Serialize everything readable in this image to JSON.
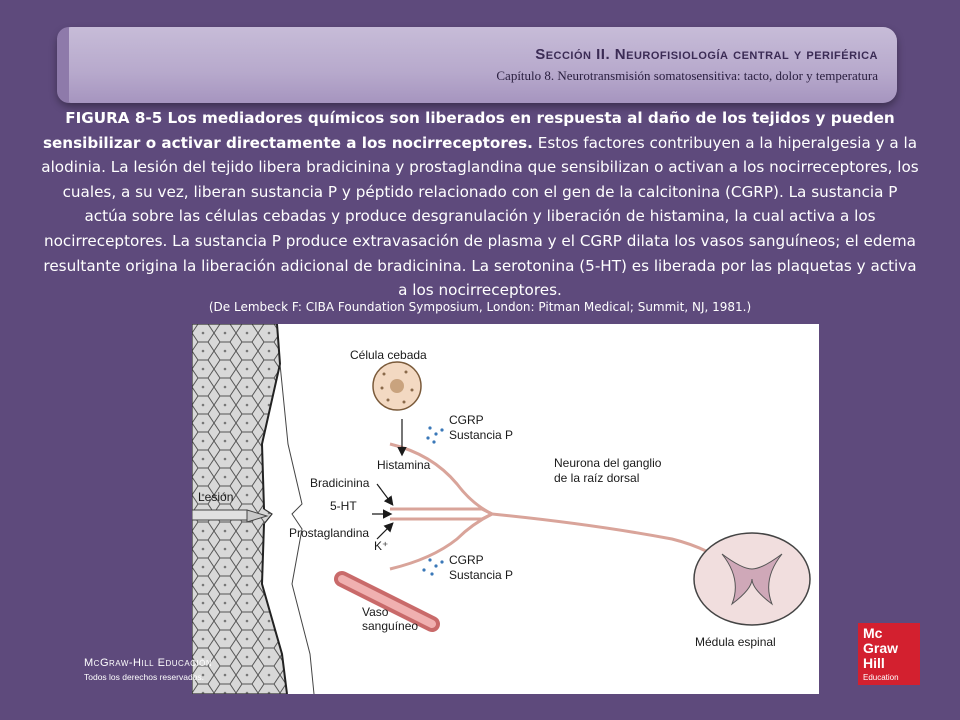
{
  "header": {
    "section": "Sección II.  Neurofisiología central y periférica",
    "chapter": "Capítulo 8.  Neurotransmisión somatosensitiva: tacto, dolor y temperatura"
  },
  "caption": {
    "bold": "FIGURA 8-5 Los mediadores químicos son liberados en respuesta al daño de los tejidos y pueden sensibilizar o activar directamente a los nocirreceptores.",
    "body": " Estos factores contribuyen a la hiperalgesia y a la alodinia. La lesión del tejido libera bradicinina y prostaglandina que sensibilizan o activan a los nocirreceptores, los cuales, a su vez, liberan sustancia P y péptido relacionado con el gen de la calcitonina (CGRP). La sustancia P actúa sobre las células cebadas y produce desgranulación y liberación de histamina, la cual activa a los nocirreceptores. La sustancia P produce extravasación de plasma y el CGRP dilata los vasos sanguíneos; el edema resultante origina la liberación adicional de bradicinina. La serotonina (5-HT) es liberada por las plaquetas y activa a los nocirreceptores.",
    "source": "(De Lembeck F: CIBA Foundation Symposium, London: Pitman Medical; Summit, NJ, 1981.)"
  },
  "figure": {
    "labels": {
      "mast_cell": "Célula cebada",
      "cgrp_top": "CGRP",
      "substance_p_top": "Sustancia P",
      "histamine": "Histamina",
      "bradykinin": "Bradicinina",
      "serotonin": "5-HT",
      "prostaglandin": "Prostaglandina",
      "potassium": "K⁺",
      "cgrp_bottom": "CGRP",
      "substance_p_bottom": "Sustancia P",
      "blood_vessel_1": "Vaso",
      "blood_vessel_2": "sanguíneo",
      "injury": "Lesión",
      "ganglion_1": "Neurona del ganglio",
      "ganglion_2": "de la raíz dorsal",
      "spinal_cord": "Médula espinal"
    }
  },
  "footer": {
    "brand": "McGraw-Hill Educación",
    "rights": "Todos los derechos reservados."
  },
  "logo": {
    "line1": "Mc",
    "line2": "Graw",
    "line3": "Hill",
    "line4": "Education",
    "color": "#d3202f"
  }
}
